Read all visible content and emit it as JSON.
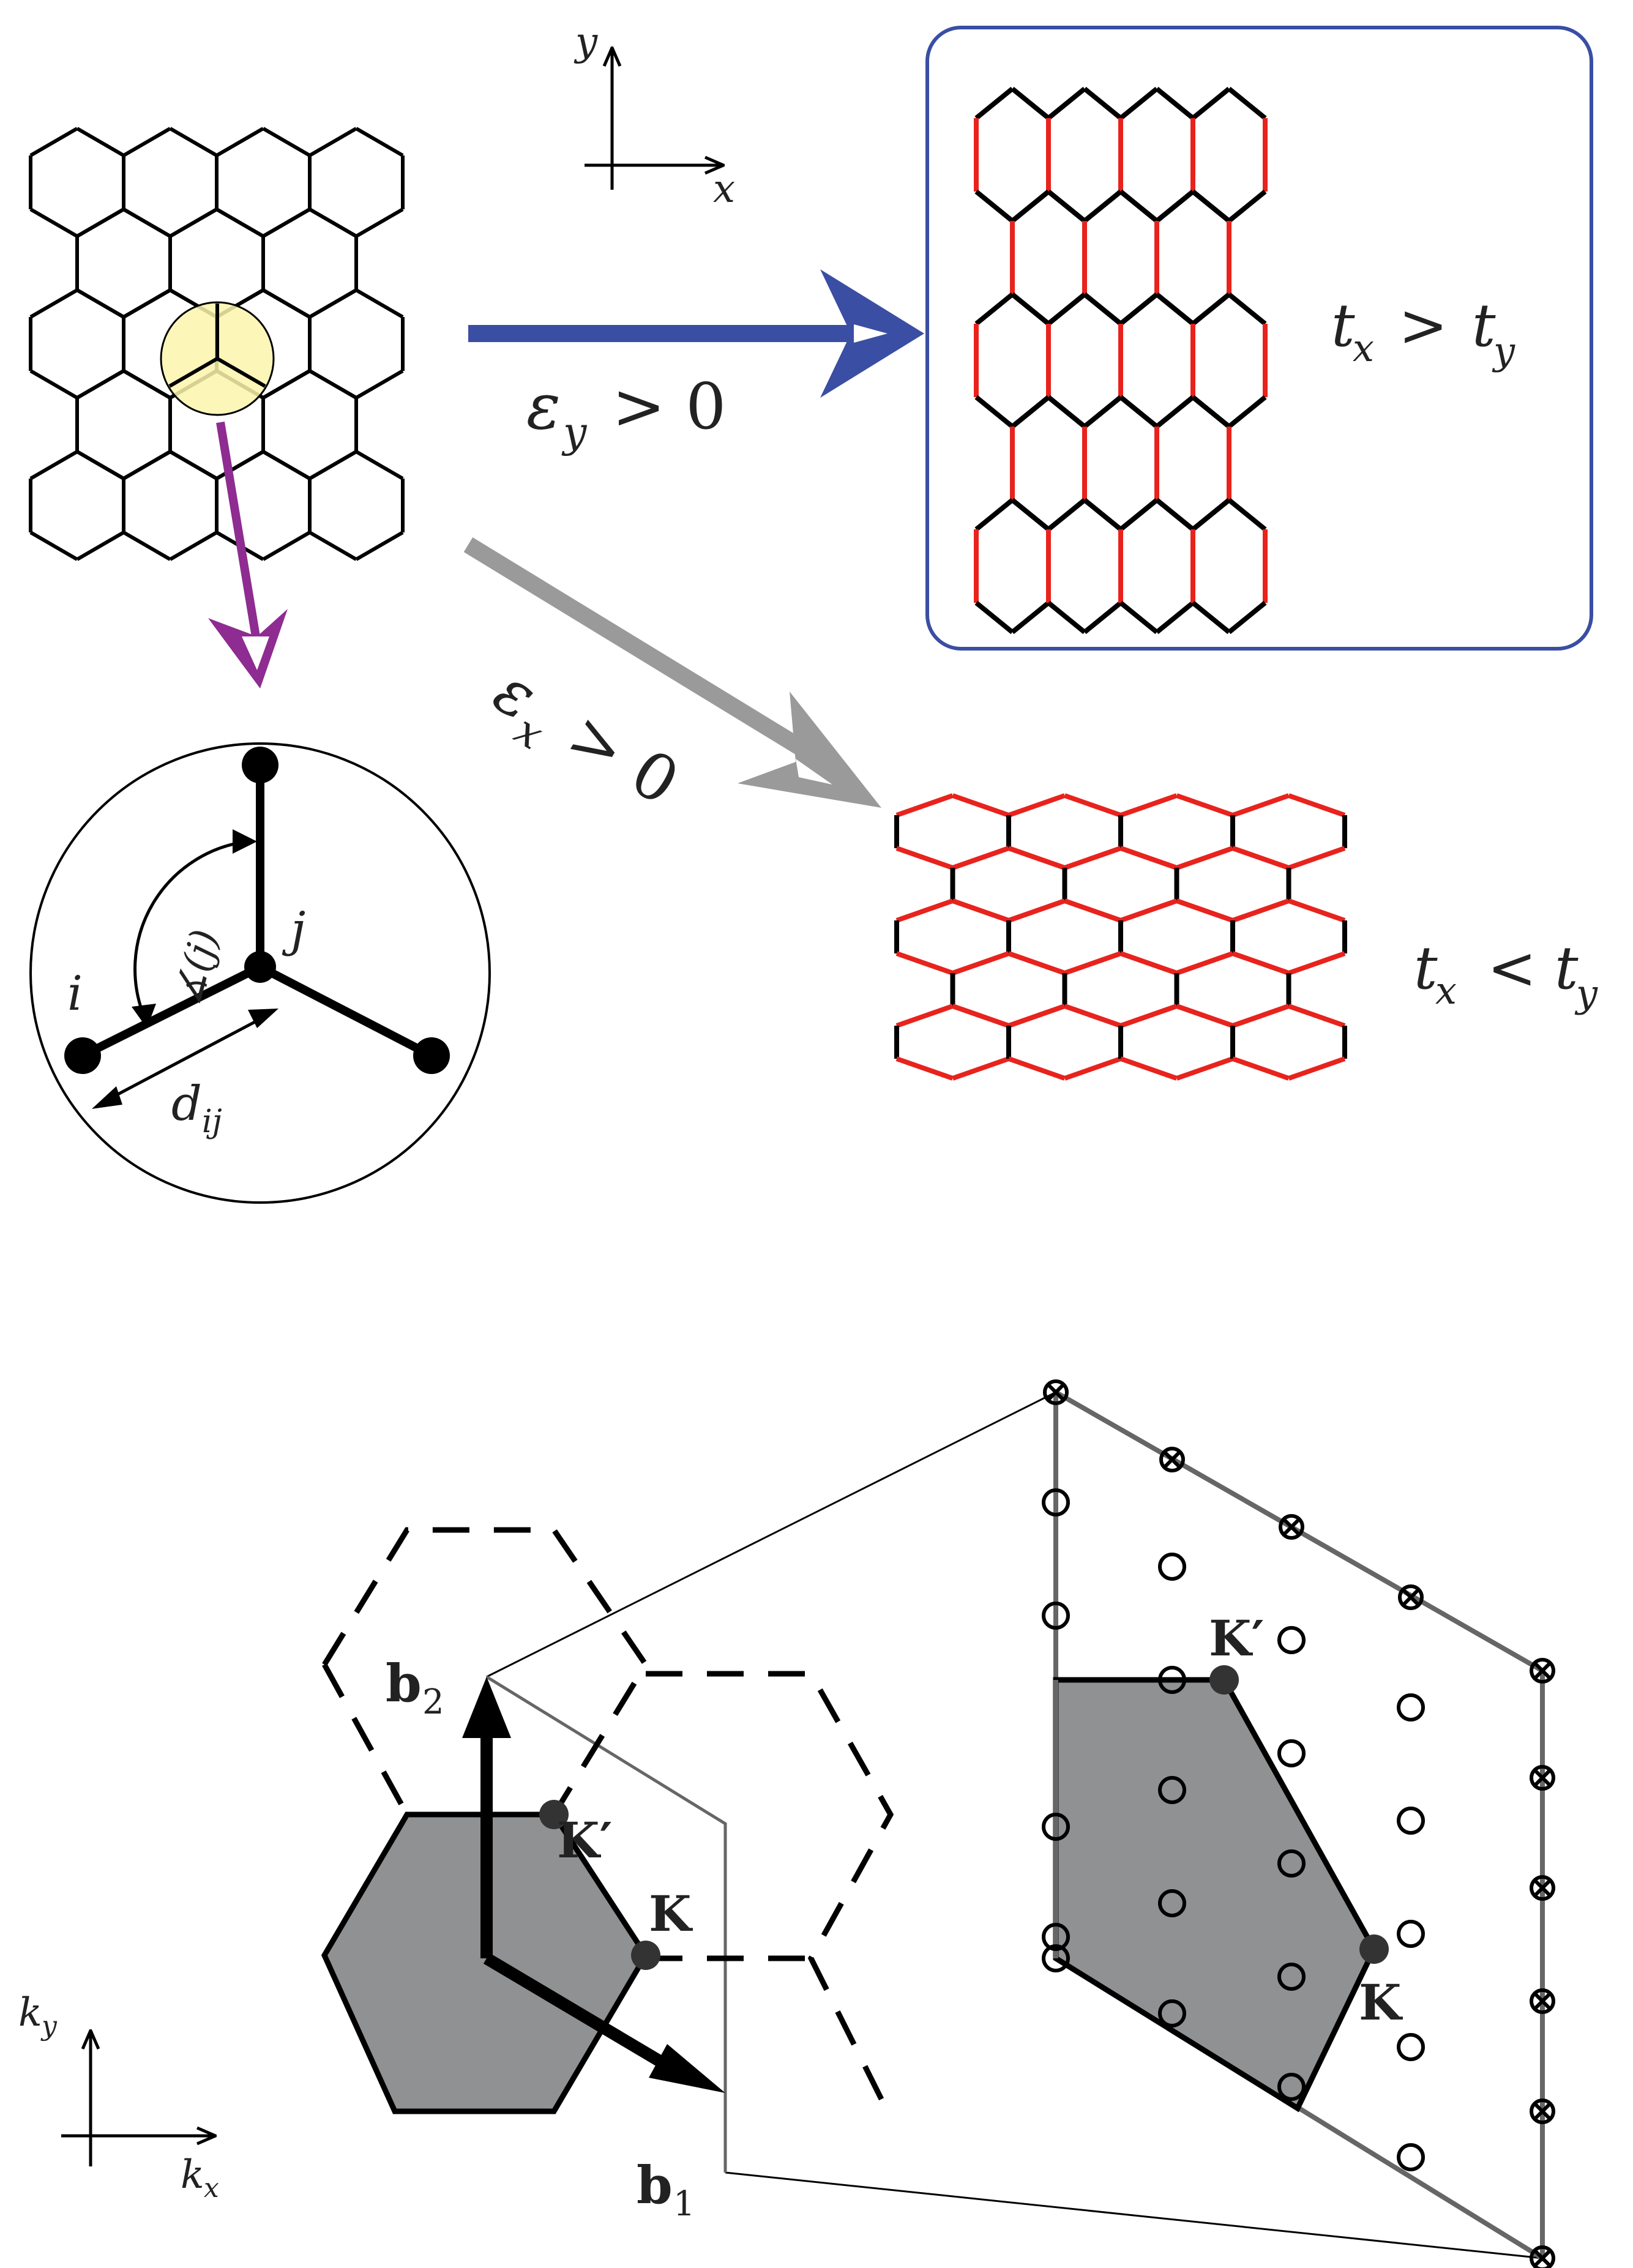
{
  "colors": {
    "blue_arrow": "#3a4ea3",
    "gray_arrow": "#9a9a9a",
    "purple_arrow": "#8e2c91",
    "red_bond": "#e8231d",
    "black_bond": "#000000",
    "highlight": "#fbf4ad",
    "zone_fill": "#909192",
    "box_border": "#3a4ea3"
  },
  "axes_real": {
    "x": "x",
    "y": "y"
  },
  "strain": {
    "eps_y": {
      "eps": "ε",
      "sub": "y",
      "rel": "> 0"
    },
    "eps_x": {
      "eps": "ε",
      "sub": "x",
      "rel": "> 0"
    },
    "tx_gt_ty": {
      "t1": "t",
      "s1": "x",
      "rel": ">",
      "t2": "t",
      "s2": "y"
    },
    "tx_lt_ty": {
      "t1": "t",
      "s1": "x",
      "rel": "<",
      "t2": "t",
      "s2": "y"
    }
  },
  "bond_detail": {
    "i": "i",
    "j": "j",
    "angle": "∡(j)",
    "d": "d",
    "d_sub": "ij"
  },
  "reciprocal": {
    "b1": "b",
    "b1_sub": "1",
    "b2": "b",
    "b2_sub": "2",
    "K": "K",
    "Kp": "K′",
    "K_right": "K",
    "Kp_right": "K′",
    "kx": "k",
    "kx_sub": "x",
    "ky": "k",
    "ky_sub": "y"
  }
}
